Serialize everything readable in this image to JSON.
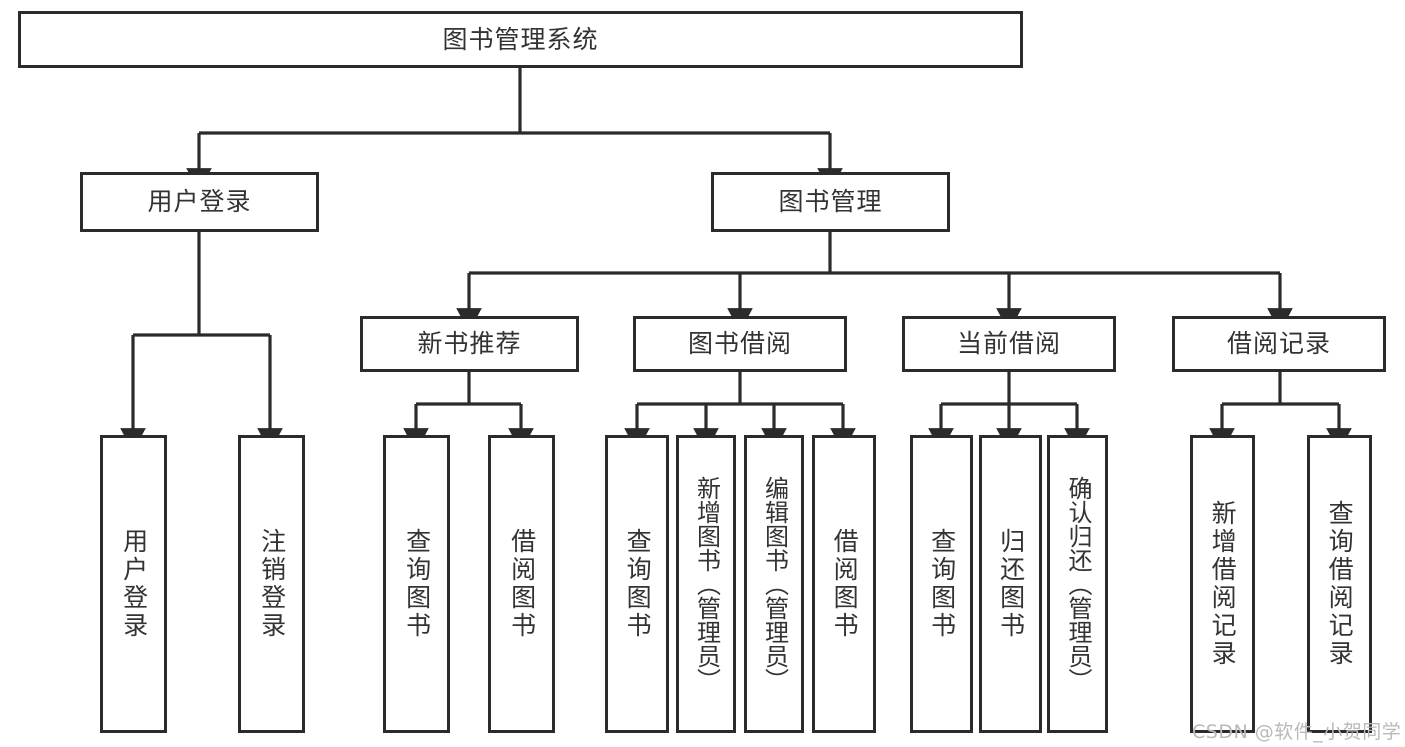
{
  "diagram": {
    "title": "图书管理系统",
    "type": "tree-hierarchy-diagram",
    "root": {
      "label": "图书管理系统"
    },
    "level2": [
      {
        "label": "用户登录"
      },
      {
        "label": "图书管理"
      }
    ],
    "level3": [
      {
        "label": "新书推荐"
      },
      {
        "label": "图书借阅"
      },
      {
        "label": "当前借阅"
      },
      {
        "label": "借阅记录"
      }
    ],
    "leaves": [
      {
        "label": "用户登录"
      },
      {
        "label": "注销登录"
      },
      {
        "label": "查询图书"
      },
      {
        "label": "借阅图书"
      },
      {
        "label": "查询图书"
      },
      {
        "label": "新增图书（管理员）"
      },
      {
        "label": "编辑图书（管理员）"
      },
      {
        "label": "借阅图书"
      },
      {
        "label": "查询图书"
      },
      {
        "label": "归还图书"
      },
      {
        "label": "确认归还（管理员）"
      },
      {
        "label": "新增借阅记录"
      },
      {
        "label": "查询借阅记录"
      }
    ],
    "colors": {
      "stroke": "#2b2b2b",
      "text": "#333333",
      "background": "#ffffff",
      "watermark": "#b9b9b9"
    }
  },
  "watermark": {
    "text": "CSDN @软件_小贺同学"
  }
}
